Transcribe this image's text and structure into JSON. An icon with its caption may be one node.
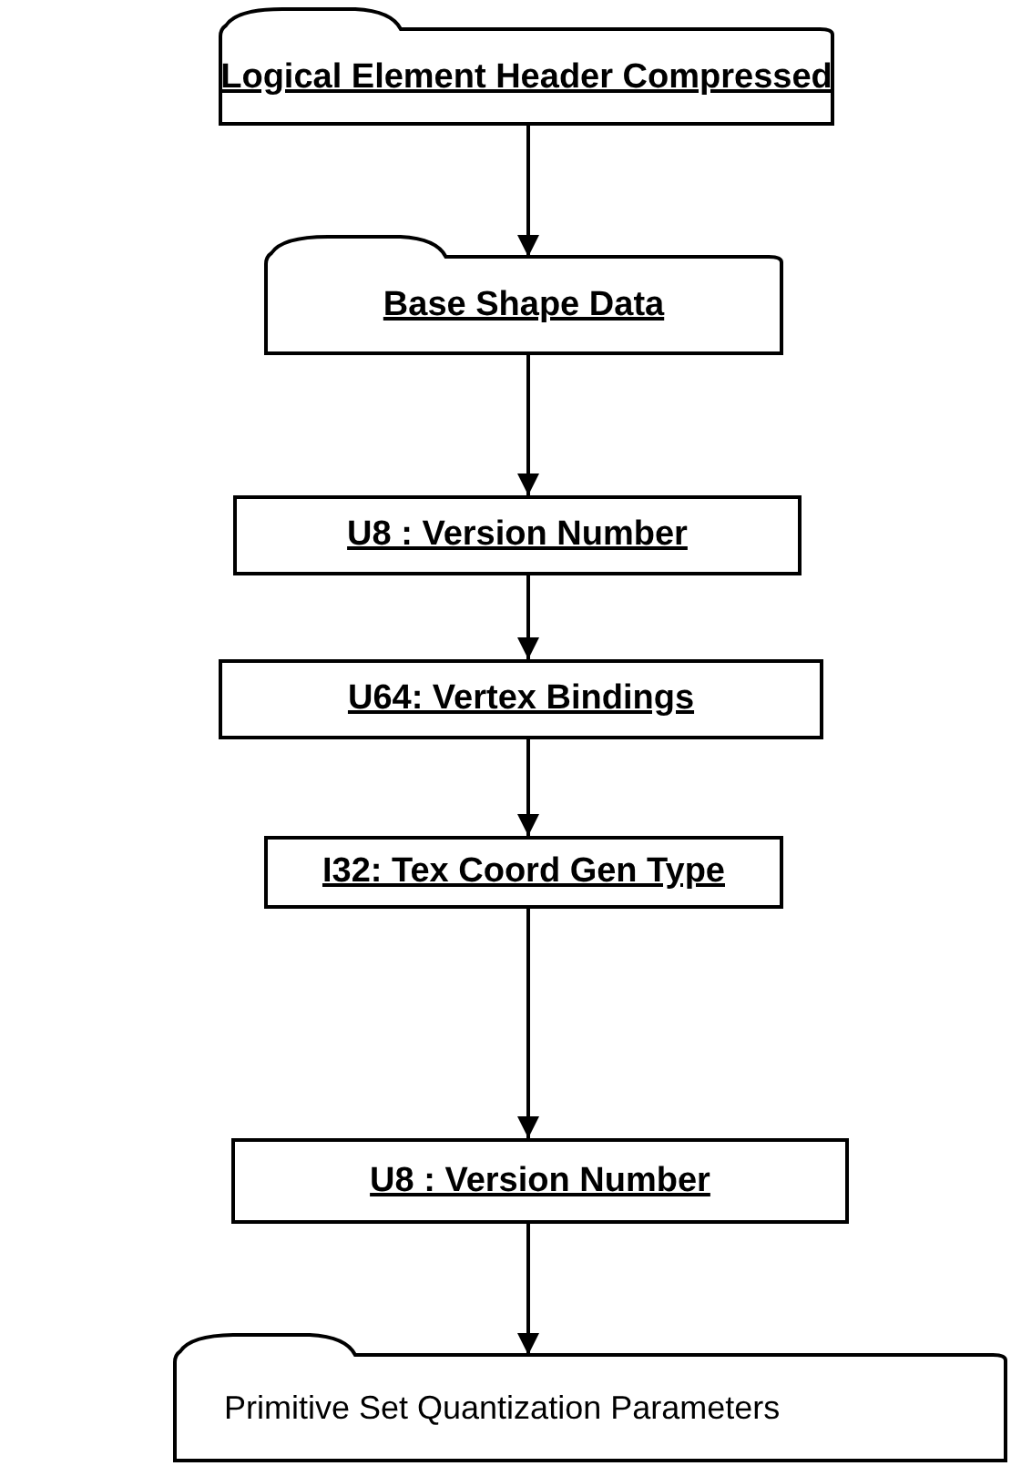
{
  "diagram": {
    "nodes": [
      {
        "text": [
          "Logical Element Header Compressed"
        ]
      },
      {
        "text": [
          "Base Shape Data"
        ]
      },
      {
        "text": [
          "U8 : Version Number"
        ]
      },
      {
        "text": [
          "U64: Vertex Bindings"
        ]
      },
      {
        "text": [
          "I32: Tex Coord Gen Type"
        ]
      },
      {
        "text": [
          "U8 : Version Number"
        ]
      },
      {
        "text": [
          "Primitive Set Quantization Parameters"
        ]
      }
    ],
    "edges": [
      {
        "from": 0,
        "to": 1,
        "arrow": "to"
      },
      {
        "from": 1,
        "to": 2,
        "arrow": "to"
      },
      {
        "from": 2,
        "to": 3,
        "arrow": "to"
      },
      {
        "from": 3,
        "to": 4,
        "arrow": "to"
      },
      {
        "from": 4,
        "to": 5,
        "arrow": "to"
      },
      {
        "from": 5,
        "to": 6,
        "arrow": "to"
      }
    ]
  }
}
